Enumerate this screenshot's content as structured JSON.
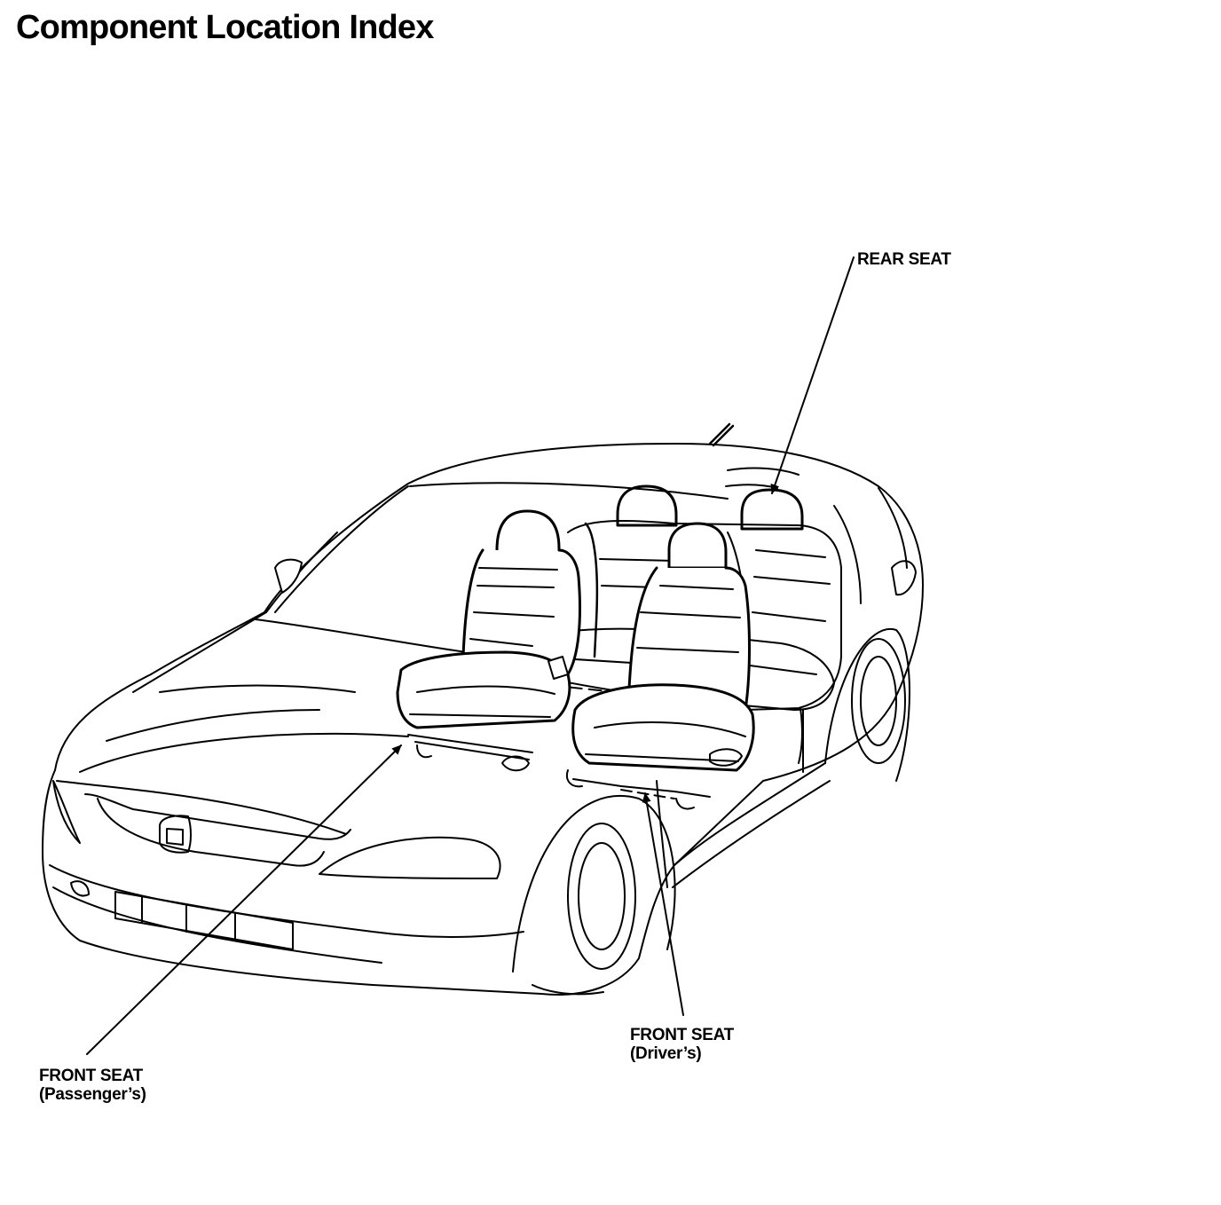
{
  "page": {
    "title": "Component Location Index"
  },
  "callouts": {
    "rear_seat": {
      "label": "REAR SEAT"
    },
    "front_seat_driver": {
      "label": "FRONT SEAT",
      "sublabel": "(Driver’s)"
    },
    "front_seat_passenger": {
      "label": "FRONT SEAT",
      "sublabel": "(Passenger’s)"
    }
  },
  "colors": {
    "line": "#000000",
    "background": "#ffffff"
  }
}
